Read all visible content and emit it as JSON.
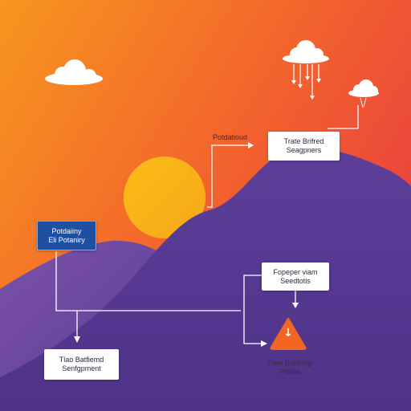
{
  "diagram": {
    "nodes": {
      "left_box": {
        "lines": [
          "Potdaiiny",
          "Eli Potaniry"
        ]
      },
      "bottom_left_box": {
        "lines": [
          "Tlao Batfiemd",
          "Senfgpment"
        ]
      },
      "top_right_box": {
        "lines": [
          "Trate Brifred",
          "Seagpners"
        ]
      },
      "middle_right_box": {
        "lines": [
          "Fopeper viam",
          "Seedtotis"
        ]
      },
      "top_label": {
        "text": "Potdatioud"
      },
      "bottom_right_text": {
        "lines": [
          "Free Bredimg",
          "Pioties"
        ]
      }
    },
    "warning_icon": {
      "symbol": "↓"
    }
  },
  "colors": {
    "sky_top": "#f7931e",
    "sky_bottom": "#ef4a3c",
    "hills": "#5b3e94",
    "sun": "#f9b713",
    "connector": "#ffffff",
    "dark_box": "#1f4fa0",
    "warning": "#f26522"
  }
}
